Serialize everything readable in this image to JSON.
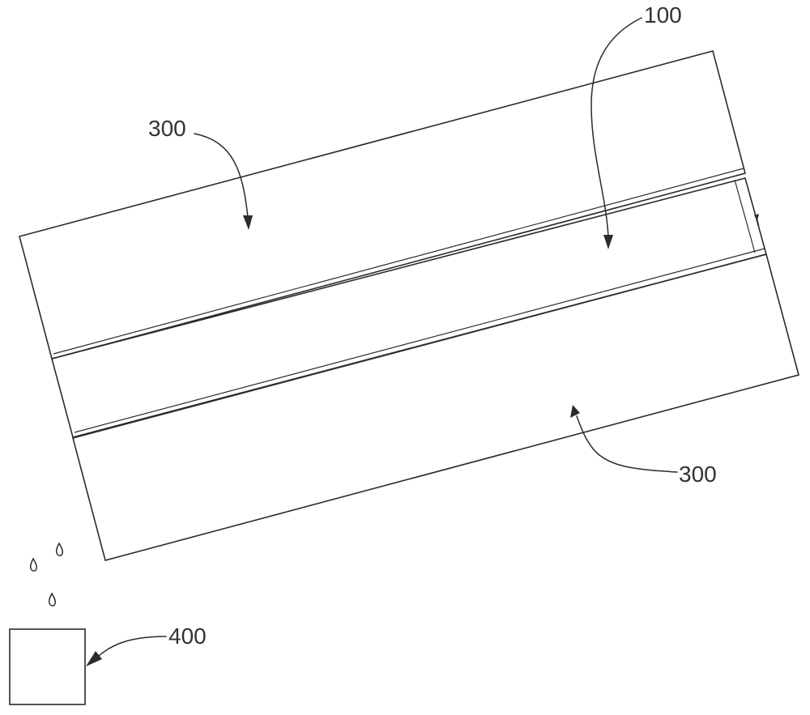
{
  "labels": {
    "strip_top": "300",
    "strip_middle": "100",
    "strip_bottom": "300",
    "container": "400"
  },
  "colors": {
    "line": "#2b2b2b",
    "label": "#333333",
    "background": "#ffffff"
  }
}
